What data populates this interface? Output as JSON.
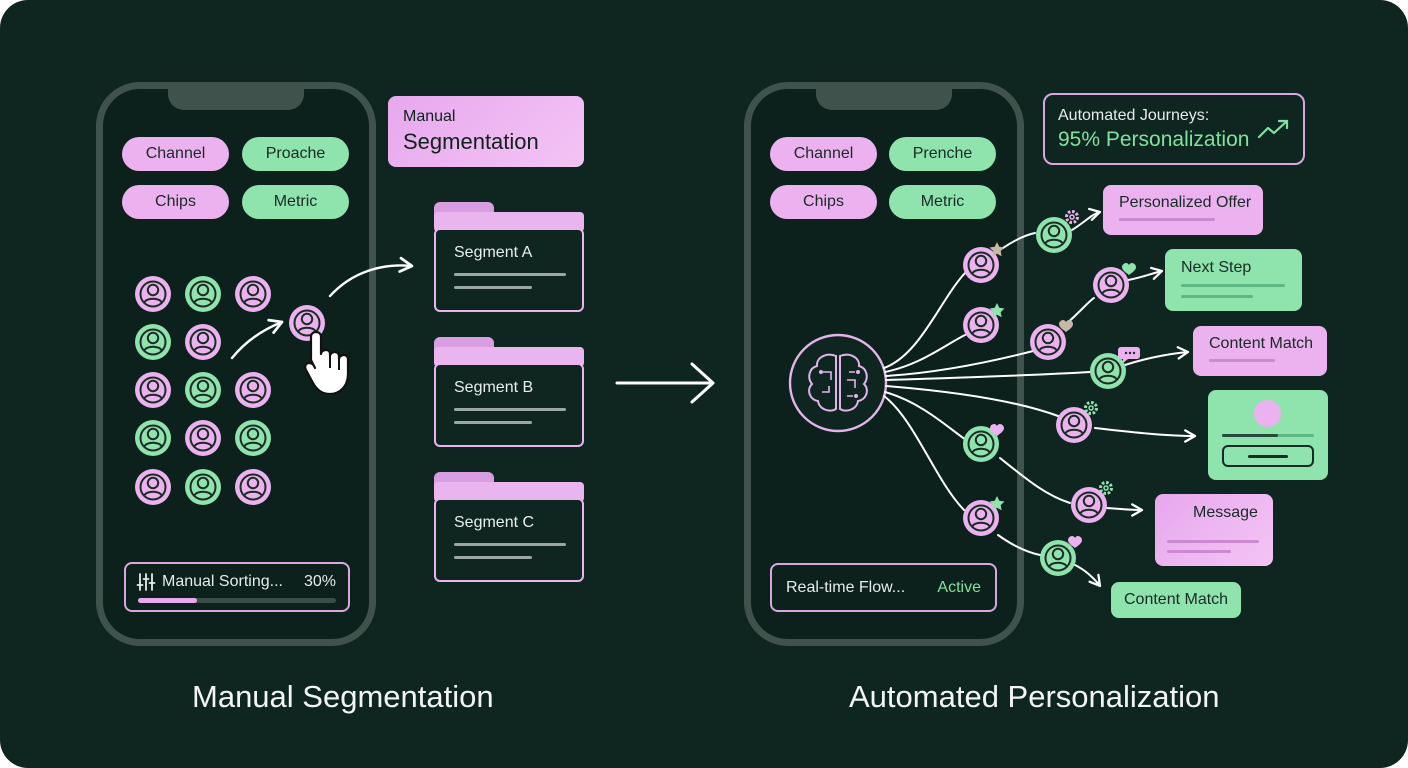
{
  "colors": {
    "background": "#0f2620",
    "pink": "#ebb2ef",
    "green": "#8fe3ad",
    "accent_green_text": "#7fe29f",
    "phone_frame": "#3f534c"
  },
  "manual": {
    "chips": [
      "Channel",
      "Proache",
      "Chips",
      "Metric"
    ],
    "title_box": {
      "line1": "Manual",
      "line2": "Segmentation"
    },
    "segments": [
      "Segment A",
      "Segment B",
      "Segment C"
    ],
    "status": {
      "label": "Manual Sorting...",
      "percent_text": "30%",
      "progress": 0.3
    },
    "caption": "Manual Segmentation"
  },
  "automated": {
    "chips": [
      "Channel",
      "Prenche",
      "Chips",
      "Metric"
    ],
    "journeys_box": {
      "line1": "Automated Journeys:",
      "line2": "95% Personalization"
    },
    "status": {
      "label": "Real-time Flow...",
      "state": "Active"
    },
    "outputs": [
      "Personalized Offer",
      "Next Step",
      "Content Match",
      "Message",
      "Content Match"
    ],
    "caption": "Automated Personalization"
  },
  "icons": {
    "user": "user-icon",
    "hand": "pointer-hand-icon",
    "brain": "brain-circuit-icon",
    "sliders": "sliders-icon",
    "trend": "trend-up-icon",
    "gear": "gear-icon",
    "heart": "heart-icon",
    "star": "star-icon",
    "chat": "chat-bubble-icon"
  }
}
